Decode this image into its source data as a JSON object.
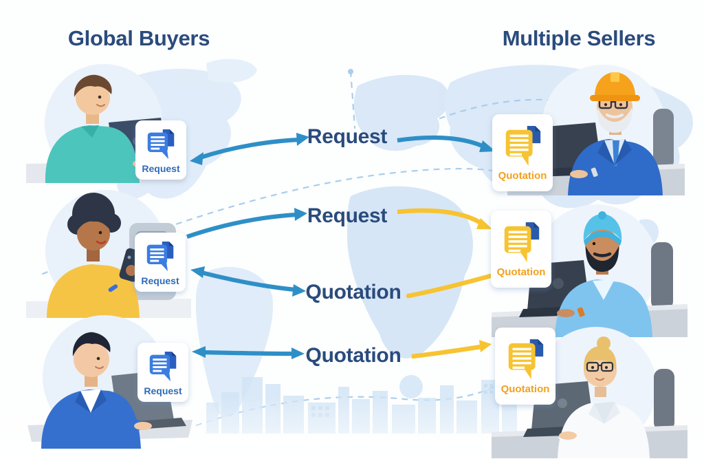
{
  "titles": {
    "buyers": "Global Buyers",
    "sellers": "Multiple Sellers"
  },
  "flows": [
    {
      "label": "Request",
      "left_arrow": "blue-double-headed",
      "right_arrow": "blue-single-right"
    },
    {
      "label": "Request",
      "left_arrow": "blue-single-right",
      "right_arrow": "yellow-single-right"
    },
    {
      "label": "Quotation",
      "left_arrow": "blue-double-headed",
      "right_arrow": "yellow-curve-to-card"
    },
    {
      "label": "Quotation",
      "left_arrow": "blue-double-headed",
      "right_arrow": "yellow-single-right"
    }
  ],
  "buyers": [
    {
      "card_label": "Request",
      "persona": "man-teal-sweater-with-laptop"
    },
    {
      "card_label": "Request",
      "persona": "woman-yellow-top-with-smartphone"
    },
    {
      "card_label": "Request",
      "persona": "man-blue-blazer-with-laptop"
    }
  ],
  "sellers": [
    {
      "card_label": "Quotation",
      "persona": "senior-man-hard-hat-blue-suit-laptop"
    },
    {
      "card_label": "Quotation",
      "persona": "man-turban-light-blue-shirt-laptop"
    },
    {
      "card_label": "Quotation",
      "persona": "woman-lab-coat-glasses-laptop"
    }
  ],
  "colors": {
    "title_text": "#2a4b7c",
    "flow_label_text": "#2a4b7c",
    "arrow_blue": "#2e8fc7",
    "arrow_yellow": "#f7c331",
    "request_label": "#2e6cb8",
    "quotation_label": "#f2a11d",
    "map_fill": "#dbe9f8"
  }
}
